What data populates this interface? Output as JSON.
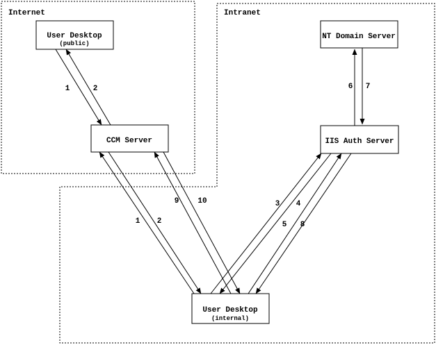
{
  "diagram": {
    "colors": {
      "line": "#000000",
      "background": "#ffffff"
    },
    "regions": {
      "internet": {
        "label": "Internet"
      },
      "intranet": {
        "label": "Intranet"
      }
    },
    "nodes": {
      "user_desktop_public": {
        "label": "User Desktop",
        "sublabel": "(public)"
      },
      "ccm_server": {
        "label": "CCM Server"
      },
      "nt_domain_server": {
        "label": "NT Domain Server"
      },
      "iis_auth_server": {
        "label": "IIS Auth Server"
      },
      "user_desktop_internal": {
        "label": "User Desktop",
        "sublabel": "(internal)"
      }
    },
    "edges": [
      {
        "id": "public-desktop-to-ccm",
        "label": "1",
        "from": "user_desktop_public",
        "to": "ccm_server"
      },
      {
        "id": "ccm-to-public-desktop",
        "label": "2",
        "from": "ccm_server",
        "to": "user_desktop_public"
      },
      {
        "id": "internal-desktop-to-ccm",
        "label": "1",
        "from": "user_desktop_internal",
        "to": "ccm_server"
      },
      {
        "id": "ccm-to-internal-desktop",
        "label": "2",
        "from": "ccm_server",
        "to": "user_desktop_internal"
      },
      {
        "id": "internal-desktop-to-iis-3",
        "label": "3",
        "from": "user_desktop_internal",
        "to": "iis_auth_server"
      },
      {
        "id": "iis-to-internal-desktop-4",
        "label": "4",
        "from": "iis_auth_server",
        "to": "user_desktop_internal"
      },
      {
        "id": "internal-desktop-to-iis-5",
        "label": "5",
        "from": "user_desktop_internal",
        "to": "iis_auth_server"
      },
      {
        "id": "iis-to-nt-domain-6",
        "label": "6",
        "from": "iis_auth_server",
        "to": "nt_domain_server"
      },
      {
        "id": "nt-domain-to-iis-7",
        "label": "7",
        "from": "nt_domain_server",
        "to": "iis_auth_server"
      },
      {
        "id": "iis-to-internal-desktop-8",
        "label": "8",
        "from": "iis_auth_server",
        "to": "user_desktop_internal"
      },
      {
        "id": "internal-desktop-to-ccm-9",
        "label": "9",
        "from": "user_desktop_internal",
        "to": "ccm_server"
      },
      {
        "id": "ccm-to-internal-desktop-10",
        "label": "10",
        "from": "ccm_server",
        "to": "user_desktop_internal"
      }
    ]
  }
}
